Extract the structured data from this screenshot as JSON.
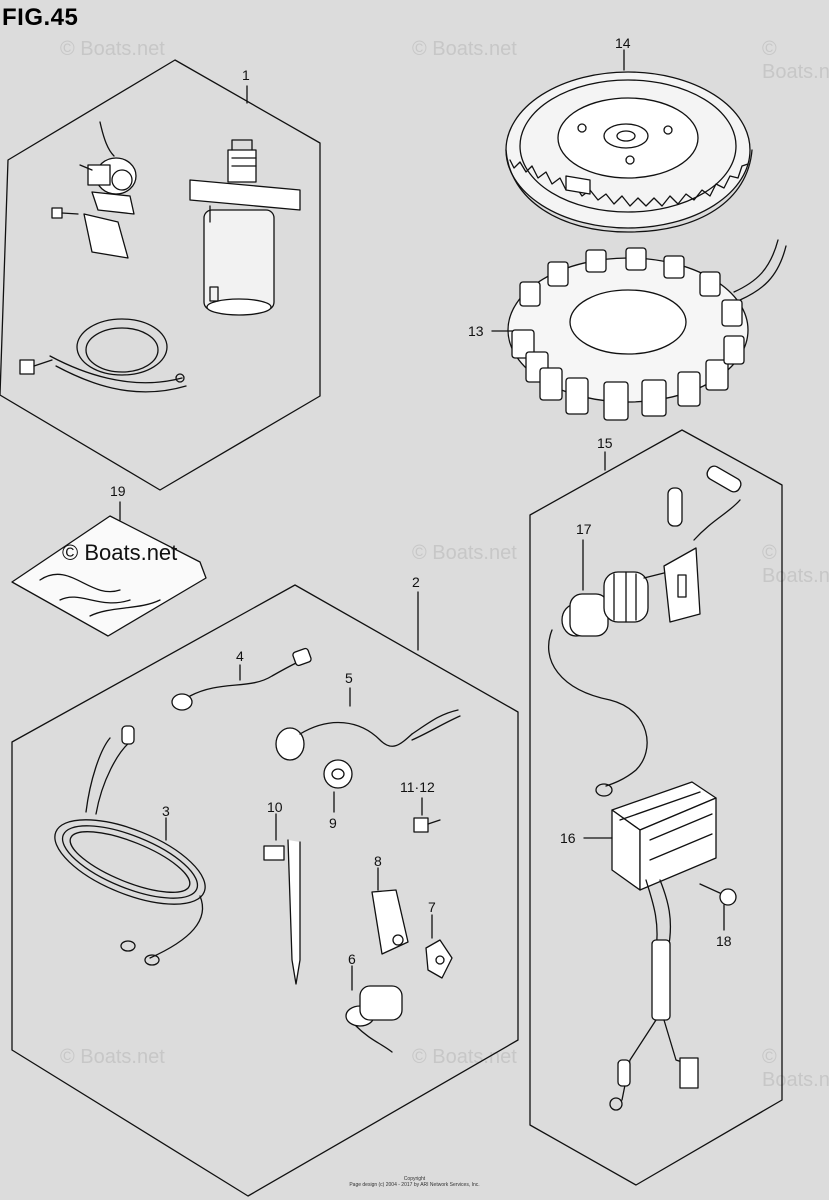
{
  "figure": {
    "title": "FIG.45"
  },
  "watermark": {
    "text": "© Boats.net",
    "main_text": "© Boats.net"
  },
  "callouts": [
    "1",
    "2",
    "3",
    "4",
    "5",
    "6",
    "7",
    "8",
    "9",
    "10",
    "11-12",
    "13",
    "14",
    "15",
    "16",
    "17",
    "18",
    "19"
  ],
  "callout_labels": {
    "c1": "1",
    "c2": "2",
    "c3": "3",
    "c4": "4",
    "c5": "5",
    "c6": "6",
    "c7": "7",
    "c8": "8",
    "c9": "9",
    "c10": "10",
    "c11_12": "11·12",
    "c13": "13",
    "c14": "14",
    "c15": "15",
    "c16": "16",
    "c17": "17",
    "c18": "18",
    "c19": "19"
  },
  "footer": {
    "line1": "Copyright",
    "line2": "Page design (c) 2004 - 2017 by ARI Network Services, Inc."
  }
}
